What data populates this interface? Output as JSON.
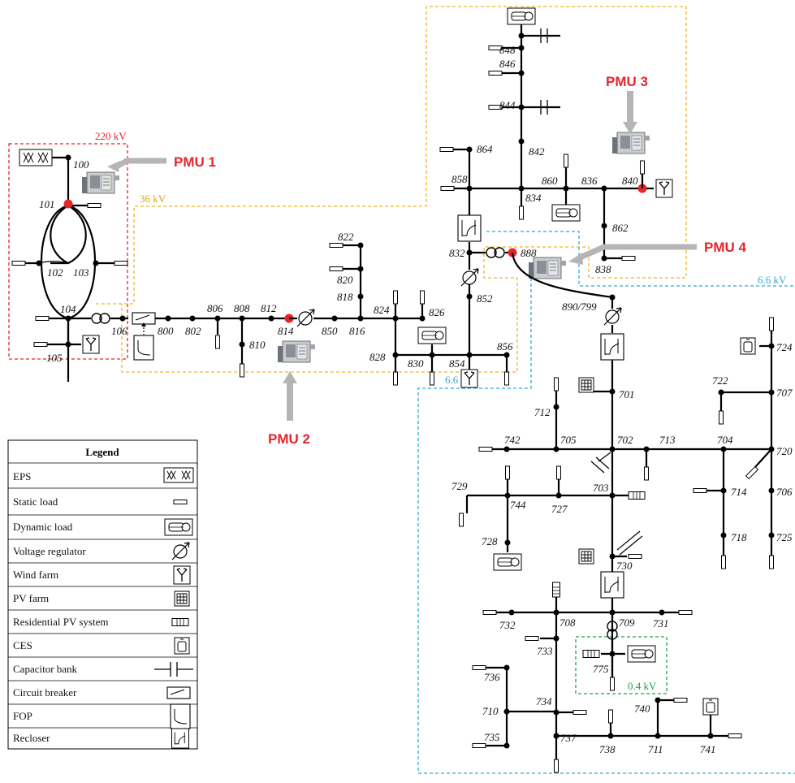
{
  "zones": {
    "z220": "220 kV",
    "z36": "36 kV",
    "z66a": "6.6 kV",
    "z66b": "6.6 kV",
    "z04": "0.4 kV"
  },
  "pmus": {
    "p1": "PMU 1",
    "p2": "PMU 2",
    "p3": "PMU 3",
    "p4": "PMU 4"
  },
  "buses": {
    "b100": "100",
    "b101": "101",
    "b102": "102",
    "b103": "103",
    "b104": "104",
    "b105": "105",
    "b106": "106",
    "b800": "800",
    "b802": "802",
    "b806": "806",
    "b808": "808",
    "b810": "810",
    "b812": "812",
    "b814": "814",
    "b816": "816",
    "b818": "818",
    "b820": "820",
    "b822": "822",
    "b824": "824",
    "b826": "826",
    "b828": "828",
    "b830": "830",
    "b832": "832",
    "b834": "834",
    "b836": "836",
    "b838": "838",
    "b840": "840",
    "b842": "842",
    "b844": "844",
    "b846": "846",
    "b848": "848",
    "b850": "850",
    "b852": "852",
    "b854": "854",
    "b856": "856",
    "b858": "858",
    "b860": "860",
    "b862": "862",
    "b864": "864",
    "b888": "888",
    "b890": "890/799",
    "b701": "701",
    "b702": "702",
    "b703": "703",
    "b704": "704",
    "b705": "705",
    "b706": "706",
    "b707": "707",
    "b708": "708",
    "b709": "709",
    "b710": "710",
    "b711": "711",
    "b712": "712",
    "b713": "713",
    "b714": "714",
    "b718": "718",
    "b720": "720",
    "b722": "722",
    "b724": "724",
    "b725": "725",
    "b727": "727",
    "b728": "728",
    "b729": "729",
    "b730": "730",
    "b731": "731",
    "b732": "732",
    "b733": "733",
    "b734": "734",
    "b735": "735",
    "b736": "736",
    "b737": "737",
    "b738": "738",
    "b740": "740",
    "b741": "741",
    "b742": "742",
    "b744": "744",
    "b775": "775"
  },
  "legend": {
    "title": "Legend",
    "items": [
      {
        "label": "EPS",
        "icon": "eps-icon"
      },
      {
        "label": "Static load",
        "icon": "static-load-icon"
      },
      {
        "label": "Dynamic load",
        "icon": "dynamic-load-icon"
      },
      {
        "label": "Voltage regulator",
        "icon": "voltage-regulator-icon"
      },
      {
        "label": "Wind farm",
        "icon": "wind-farm-icon"
      },
      {
        "label": "PV farm",
        "icon": "pv-farm-icon"
      },
      {
        "label": "Residential PV system",
        "icon": "residential-pv-icon"
      },
      {
        "label": "CES",
        "icon": "ces-icon"
      },
      {
        "label": "Capacitor bank",
        "icon": "capacitor-bank-icon"
      },
      {
        "label": "Circuit breaker",
        "icon": "circuit-breaker-icon"
      },
      {
        "label": "FOP",
        "icon": "fop-icon"
      },
      {
        "label": "Recloser",
        "icon": "recloser-icon"
      }
    ]
  },
  "colors": {
    "red_zone": "#e8242a",
    "yellow_zone": "#f0b323",
    "blue_zone": "#2ea9d6",
    "green_zone": "#1aa34a",
    "pmu_text": "#e8242a",
    "pmu_arrow": "#b5b5b5"
  }
}
